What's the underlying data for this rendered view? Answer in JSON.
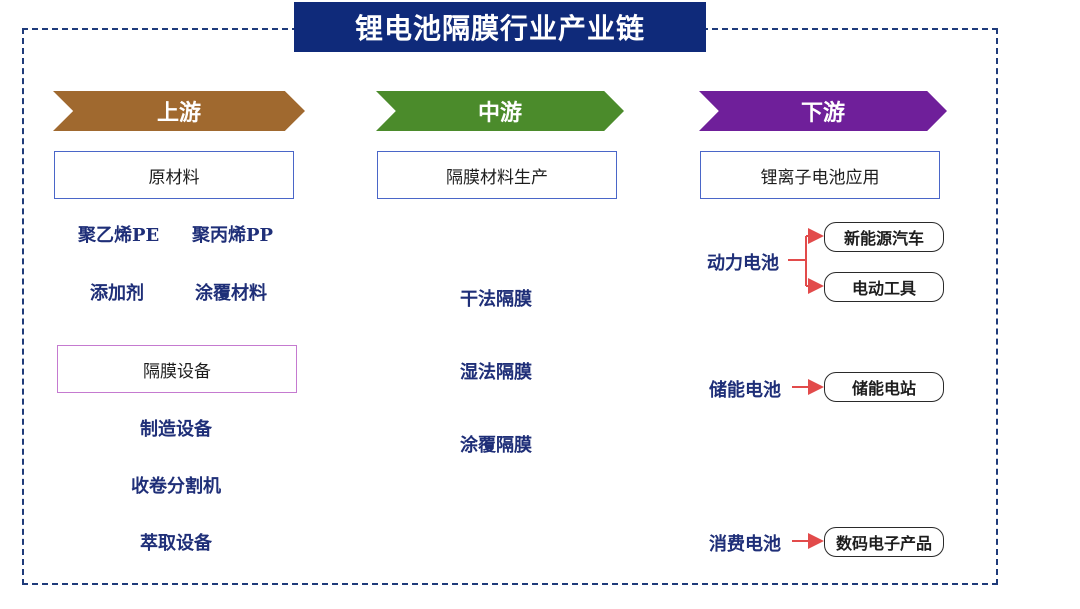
{
  "title": "锂电池隔膜行业产业链",
  "stages": {
    "upstream": "上游",
    "midstream": "中游",
    "downstream": "下游"
  },
  "upstream": {
    "box_materials": "原材料",
    "materials": [
      "聚乙烯PE",
      "聚丙烯PP",
      "添加剂",
      "涂覆材料"
    ],
    "box_equipment": "隔膜设备",
    "equipment": [
      "制造设备",
      "收卷分割机",
      "萃取设备"
    ]
  },
  "midstream": {
    "box": "隔膜材料生产",
    "items": [
      "干法隔膜",
      "湿法隔膜",
      "涂覆隔膜"
    ]
  },
  "downstream": {
    "box": "锂离子电池应用",
    "groups": [
      {
        "label": "动力电池",
        "apps": [
          "新能源汽车",
          "电动工具"
        ]
      },
      {
        "label": "储能电池",
        "apps": [
          "储能电站"
        ]
      },
      {
        "label": "消费电池",
        "apps": [
          "数码电子产品"
        ]
      }
    ]
  },
  "colors": {
    "title_bg": "#0f2a7a",
    "upstream": "#a0692f",
    "midstream": "#4b8b2b",
    "downstream": "#6f1f9a",
    "connector": "#e24b4b"
  }
}
